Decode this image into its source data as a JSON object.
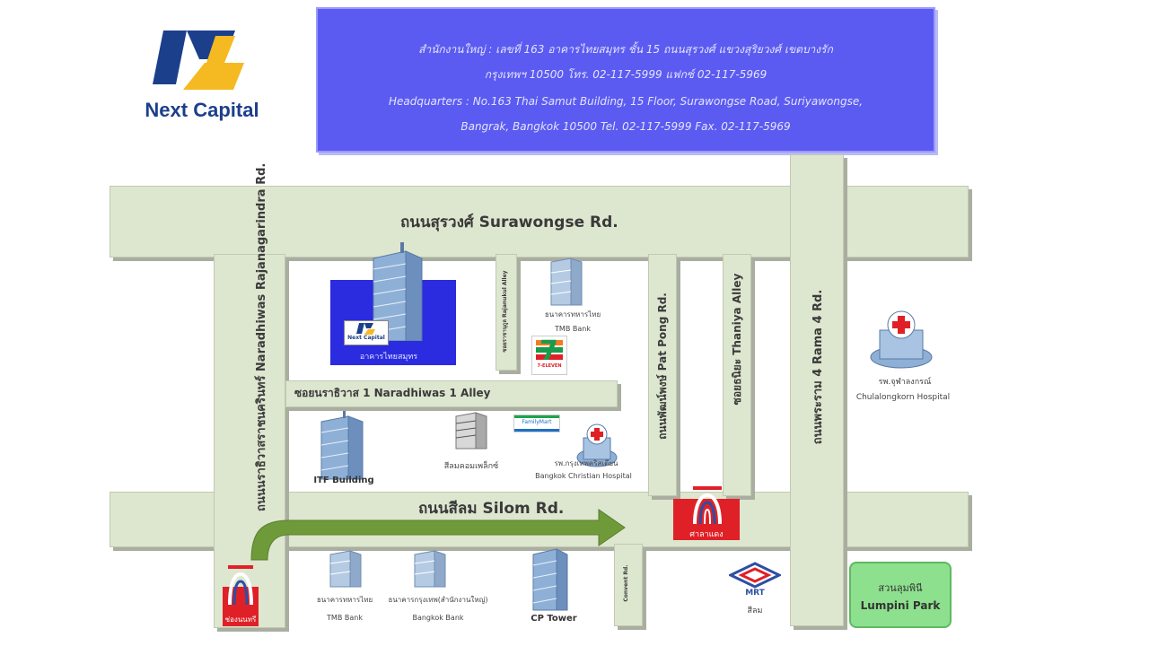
{
  "logo": {
    "brand": "Next Capital",
    "colors": {
      "navy": "#1c3f8c",
      "yellow": "#f5b921"
    }
  },
  "header": {
    "thai_line1": "สำนักงานใหญ่ : เลขที่ 163 อาคารไทยสมุทร ชั้น 15 ถนนสุรวงศ์ แขวงสุริยวงศ์ เขตบางรัก",
    "thai_line2": "กรุงเทพฯ 10500 โทร. 02-117-5999 แฟกซ์ 02-117-5969",
    "eng_line1": "Headquarters  :  No.163 Thai Samut Building, 15 Floor, Surawongse Road, Suriyawongse,",
    "eng_line2": "Bangrak, Bangkok  10500 Tel. 02-117-5999 Fax. 02-117-5969",
    "bg_color": "#5b5bf2"
  },
  "roads": {
    "surawongse": "ถนนสุรวงศ์ Surawongse Rd.",
    "silom": "ถนนสีลม Silom Rd.",
    "narathiwas": "ถนนนราธิวาสราชนครินทร์ Naradhiwas Rajanagarindra Rd.",
    "narathiwas1": "ซอยนราธิวาส 1 Naradhiwas 1 Alley",
    "patpong": "ถนนพัฒน์พงษ์ Pat Pong Rd.",
    "thaniya": "ซอยธนิยะ Thaniya Alley",
    "rama4": "ถนนพระราม 4  Rama 4 Rd.",
    "rajanukul": "ซอยราชานุกูล Rajanukul Alley",
    "convent": "Convent Rd."
  },
  "places": {
    "thai_samut": "อาคารไทยสมุทร",
    "next_capital_sign": "Next Capital",
    "tmb_top": "ธนาคารทหารไทย",
    "tmb_top_en": "TMB Bank",
    "seven_eleven": "7-ELEVEN",
    "itf": "ITF Building",
    "silom_complex": "สีลมคอมเพล็กซ์",
    "family_mart": "FamilyMart",
    "bch_th": "รพ.กรุงเทพคริสเตียน",
    "bch_en": "Bangkok Christian Hospital",
    "chula_th": "รพ.จุฬาลงกรณ์",
    "chula_en": "Chulalongkorn Hospital",
    "bts_sala": "ศาลาแดง",
    "bts_chong": "ช่องนนทรี",
    "mrt": "MRT",
    "mrt_station": "สีลม",
    "tmb_bottom": "ธนาคารทหารไทย",
    "tmb_bottom_en": "TMB Bank",
    "bbl": "ธนาคารกรุงเทพ(สำนักงานใหญ่)",
    "bbl_en": "Bangkok Bank",
    "cp": "CP Tower",
    "lumpini_th": "สวนลุมพินี",
    "lumpini_en": "Lumpini Park"
  }
}
